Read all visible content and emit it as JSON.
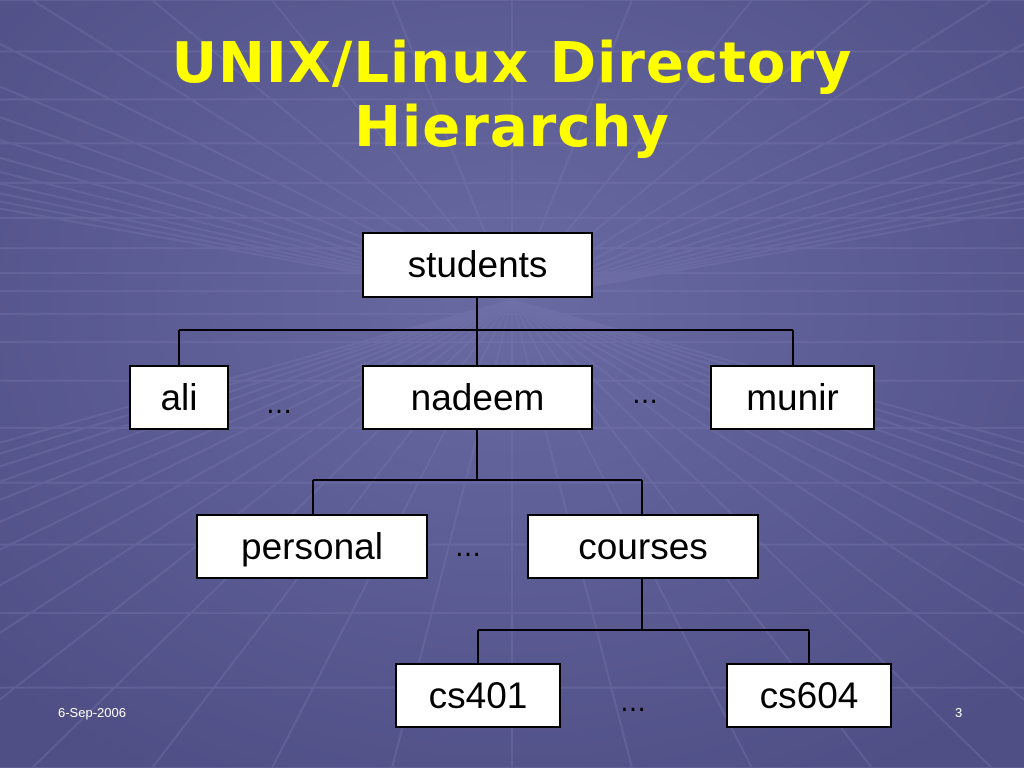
{
  "slide": {
    "title_line1": "UNIX/Linux Directory",
    "title_line2": "Hierarchy",
    "date": "6-Sep-2006",
    "page_number": "3"
  },
  "colors": {
    "background": "#5c5c93",
    "title": "#ffff00",
    "node_fill": "#ffffff",
    "node_border": "#000000"
  },
  "tree": {
    "root": "students",
    "level1": [
      "ali",
      "nadeem",
      "munir"
    ],
    "level2": [
      "personal",
      "courses"
    ],
    "level3": [
      "cs401",
      "cs604"
    ],
    "ellipsis": "…"
  }
}
